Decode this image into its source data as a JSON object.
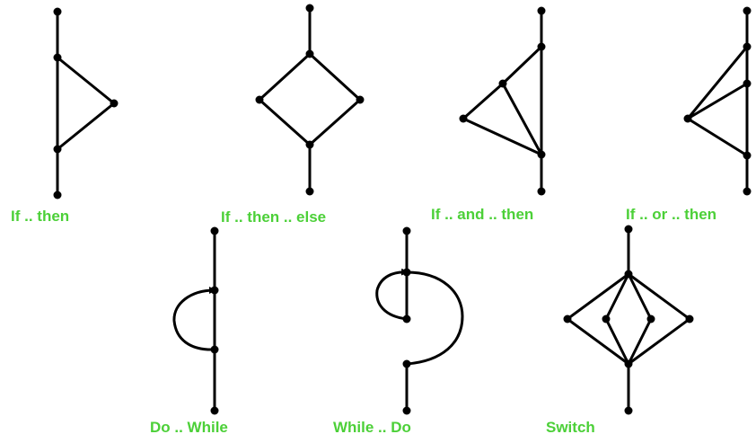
{
  "colors": {
    "caption": "#4CD038",
    "line": "#000000",
    "node": "#000000"
  },
  "graphs": [
    {
      "id": "if-then",
      "label": "If .. then"
    },
    {
      "id": "if-then-else",
      "label": "If .. then .. else"
    },
    {
      "id": "if-and-then",
      "label": "If .. and .. then"
    },
    {
      "id": "if-or-then",
      "label": "If .. or .. then"
    },
    {
      "id": "do-while",
      "label": "Do .. While"
    },
    {
      "id": "while-do",
      "label": "While .. Do"
    },
    {
      "id": "switch",
      "label": "Switch"
    }
  ]
}
